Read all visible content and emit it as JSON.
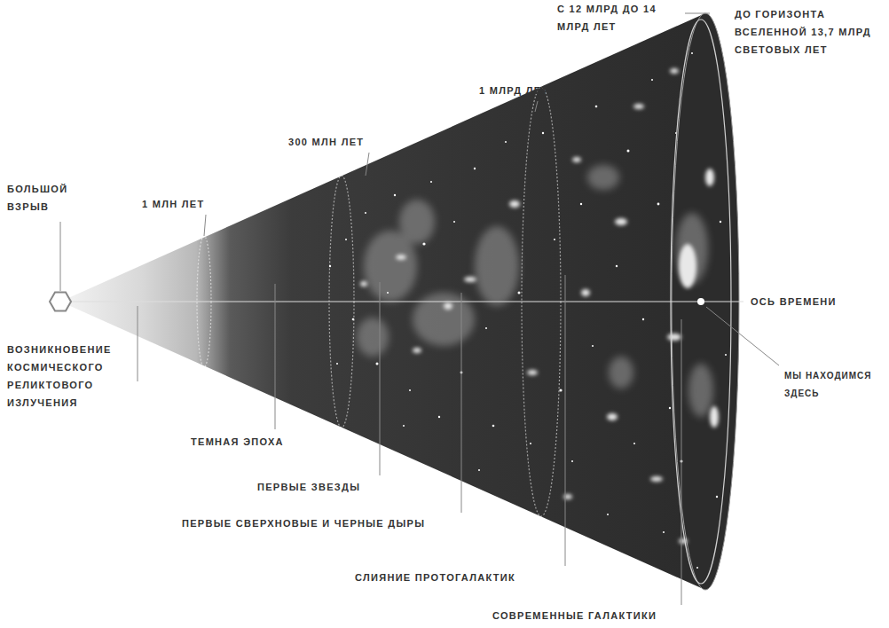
{
  "diagram": {
    "labels": [
      "С 12 МЛРД ДО 14 МЛРД ЛЕТ",
      "ДО ГОРИЗОНТА ВСЕЛЕННОЙ 13,7 МЛРД СВЕТОВЫХ ЛЕТ",
      "1 МЛРД ЛЕТ",
      "300 МЛН ЛЕТ",
      "БОЛЬШОЙ ВЗРЫВ",
      "1 МЛН ЛЕТ",
      "ОСЬ ВРЕМЕНИ",
      "ВОЗНИКНОВЕНИЕ КОСМИЧЕСКОГО РЕЛИКТОВОГО ИЗЛУЧЕНИЯ",
      "МЫ НАХОДИМСЯ ЗДЕСЬ",
      "ТЕМНАЯ ЭПОХА",
      "ПЕРВЫЕ ЗВЕЗДЫ",
      "ПЕРВЫЕ СВЕРХНОВЫЕ И ЧЕРНЫЕ ДЫРЫ",
      "СЛИЯНИЕ ПРОТОГАЛАКТИК",
      "СОВРЕМЕННЫЕ ГАЛАКТИКИ"
    ]
  }
}
